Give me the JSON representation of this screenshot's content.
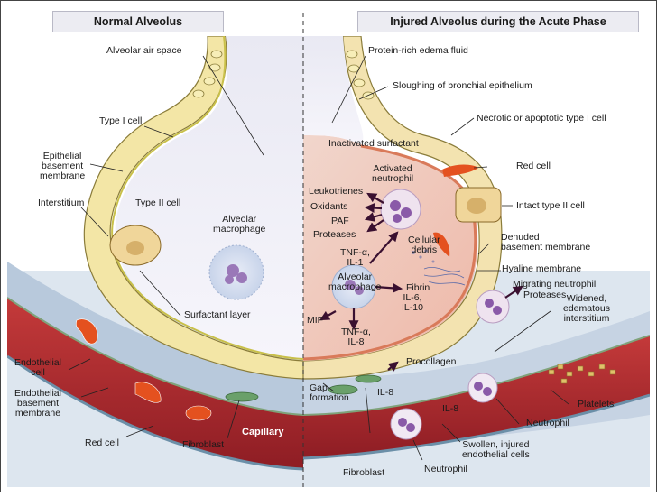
{
  "titles": {
    "normal": "Normal Alveolus",
    "injured": "Injured Alveolus during the Acute Phase"
  },
  "labels": {
    "alveolar_air_space": "Alveolar air space",
    "type_i_cell": "Type I cell",
    "epithelial_basement_membrane": "Epithelial\nbasement\nmembrane",
    "interstitium": "Interstitium",
    "type_ii_cell": "Type II cell",
    "alveolar_macrophage": "Alveolar\nmacrophage",
    "surfactant_layer": "Surfactant layer",
    "endothelial_cell": "Endothelial\ncell",
    "endothelial_basement_membrane": "Endothelial\nbasement\nmembrane",
    "red_cell_left": "Red cell",
    "capillary": "Capillary",
    "fibroblast_left": "Fibroblast",
    "protein_rich_edema_fluid": "Protein-rich edema fluid",
    "sloughing_bronchial_epithelium": "Sloughing of bronchial epithelium",
    "necrotic_type_i_cell": "Necrotic or apoptotic type I cell",
    "inactivated_surfactant": "Inactivated surfactant",
    "activated_neutrophil": "Activated\nneutrophil",
    "red_cell_right": "Red cell",
    "leukotrienes": "Leukotrienes",
    "oxidants": "Oxidants",
    "paf": "PAF",
    "proteases_center": "Proteases",
    "intact_type_ii_cell": "Intact type II cell",
    "tnf_il1": "TNF-α,\nIL-1",
    "cellular_debris": "Cellular\ndebris",
    "denuded_basement_membrane": "Denuded\nbasement membrane",
    "hyaline_membrane": "Hyaline membrane",
    "alveolar_macrophage_right": "Alveolar\nmacrophage",
    "fibrin": "Fibrin",
    "migrating_neutrophil": "Migrating neutrophil",
    "proteases_right": "Proteases",
    "widened_interstitium": "Widened,\nedematous\ninterstitium",
    "mif": "MIF",
    "il6_il10": "IL-6,\nIL-10",
    "tnf_il8": "TNF-α,\nIL-8",
    "procollagen": "Procollagen",
    "gap_formation": "Gap\nformation",
    "il8_a": "IL-8",
    "il8_b": "IL-8",
    "platelets": "Platelets",
    "neutrophil_mid": "Neutrophil",
    "swollen_endothelial": "Swollen, injured\nendothelial cells",
    "fibroblast_right": "Fibroblast",
    "neutrophil_bottom": "Neutrophil"
  },
  "colors": {
    "air_space": "#ececf4",
    "edema": "#f2c8bd",
    "epithelium": "#f3e7a8",
    "interstitium": "#b7cbe0",
    "capillary": "#a8242b",
    "red_cell": "#e04a1e",
    "arrow": "#3a1030"
  }
}
